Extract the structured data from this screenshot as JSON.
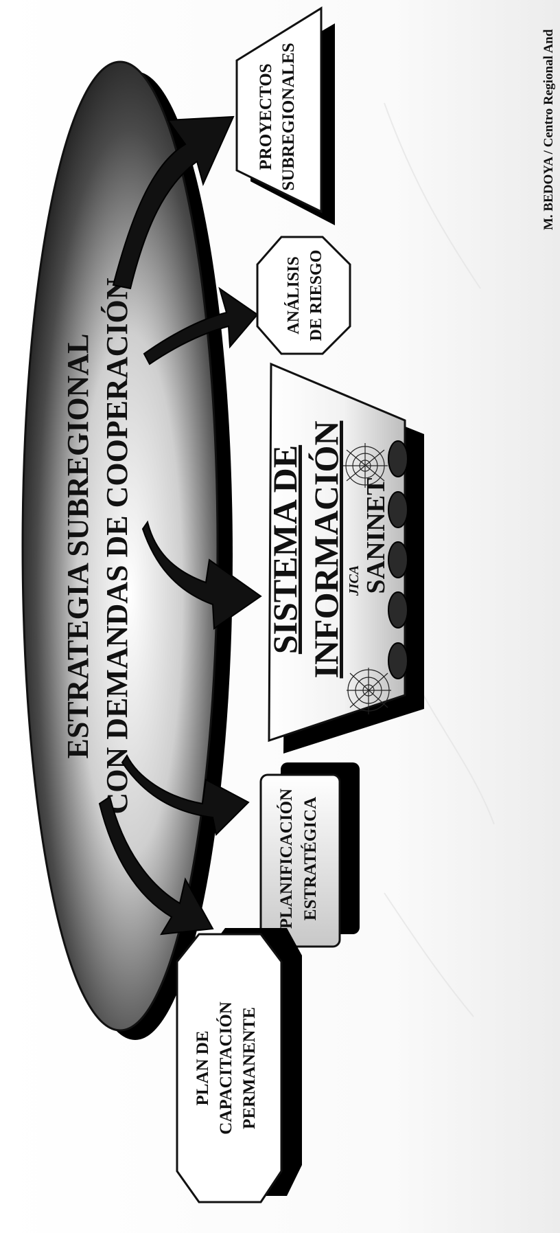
{
  "central": {
    "line1": "ESTRATEGIA SUBREGIONAL",
    "line2": "CON DEMANDAS DE COOPERACIÓN"
  },
  "proyectos": {
    "line1": "PROYECTOS",
    "line2": "SUBREGIONALES"
  },
  "analisis": {
    "line1": "ANÁLISIS",
    "line2": "DE RIESGO"
  },
  "sistema": {
    "line1": "SISTEMA DE",
    "line2": "INFORMACIÓN",
    "logo_jica": "JICA",
    "logo_saninet": "SANINET"
  },
  "planificacion": {
    "line1": "PLANIFICACIÓN",
    "line2": "ESTRATÉGICA"
  },
  "plan": {
    "line1": "PLAN DE",
    "line2": "CAPACITACIÓN",
    "line3": "PERMANENTE"
  },
  "footer": {
    "credit": "M. BEDOYA / Centro Regional And"
  },
  "icons": [
    "curved-arrow-icon",
    "spider-web-icon",
    "disk-icon"
  ],
  "colors": {
    "ink": "#111111",
    "shadow": "#000000",
    "background": "#ffffff"
  }
}
